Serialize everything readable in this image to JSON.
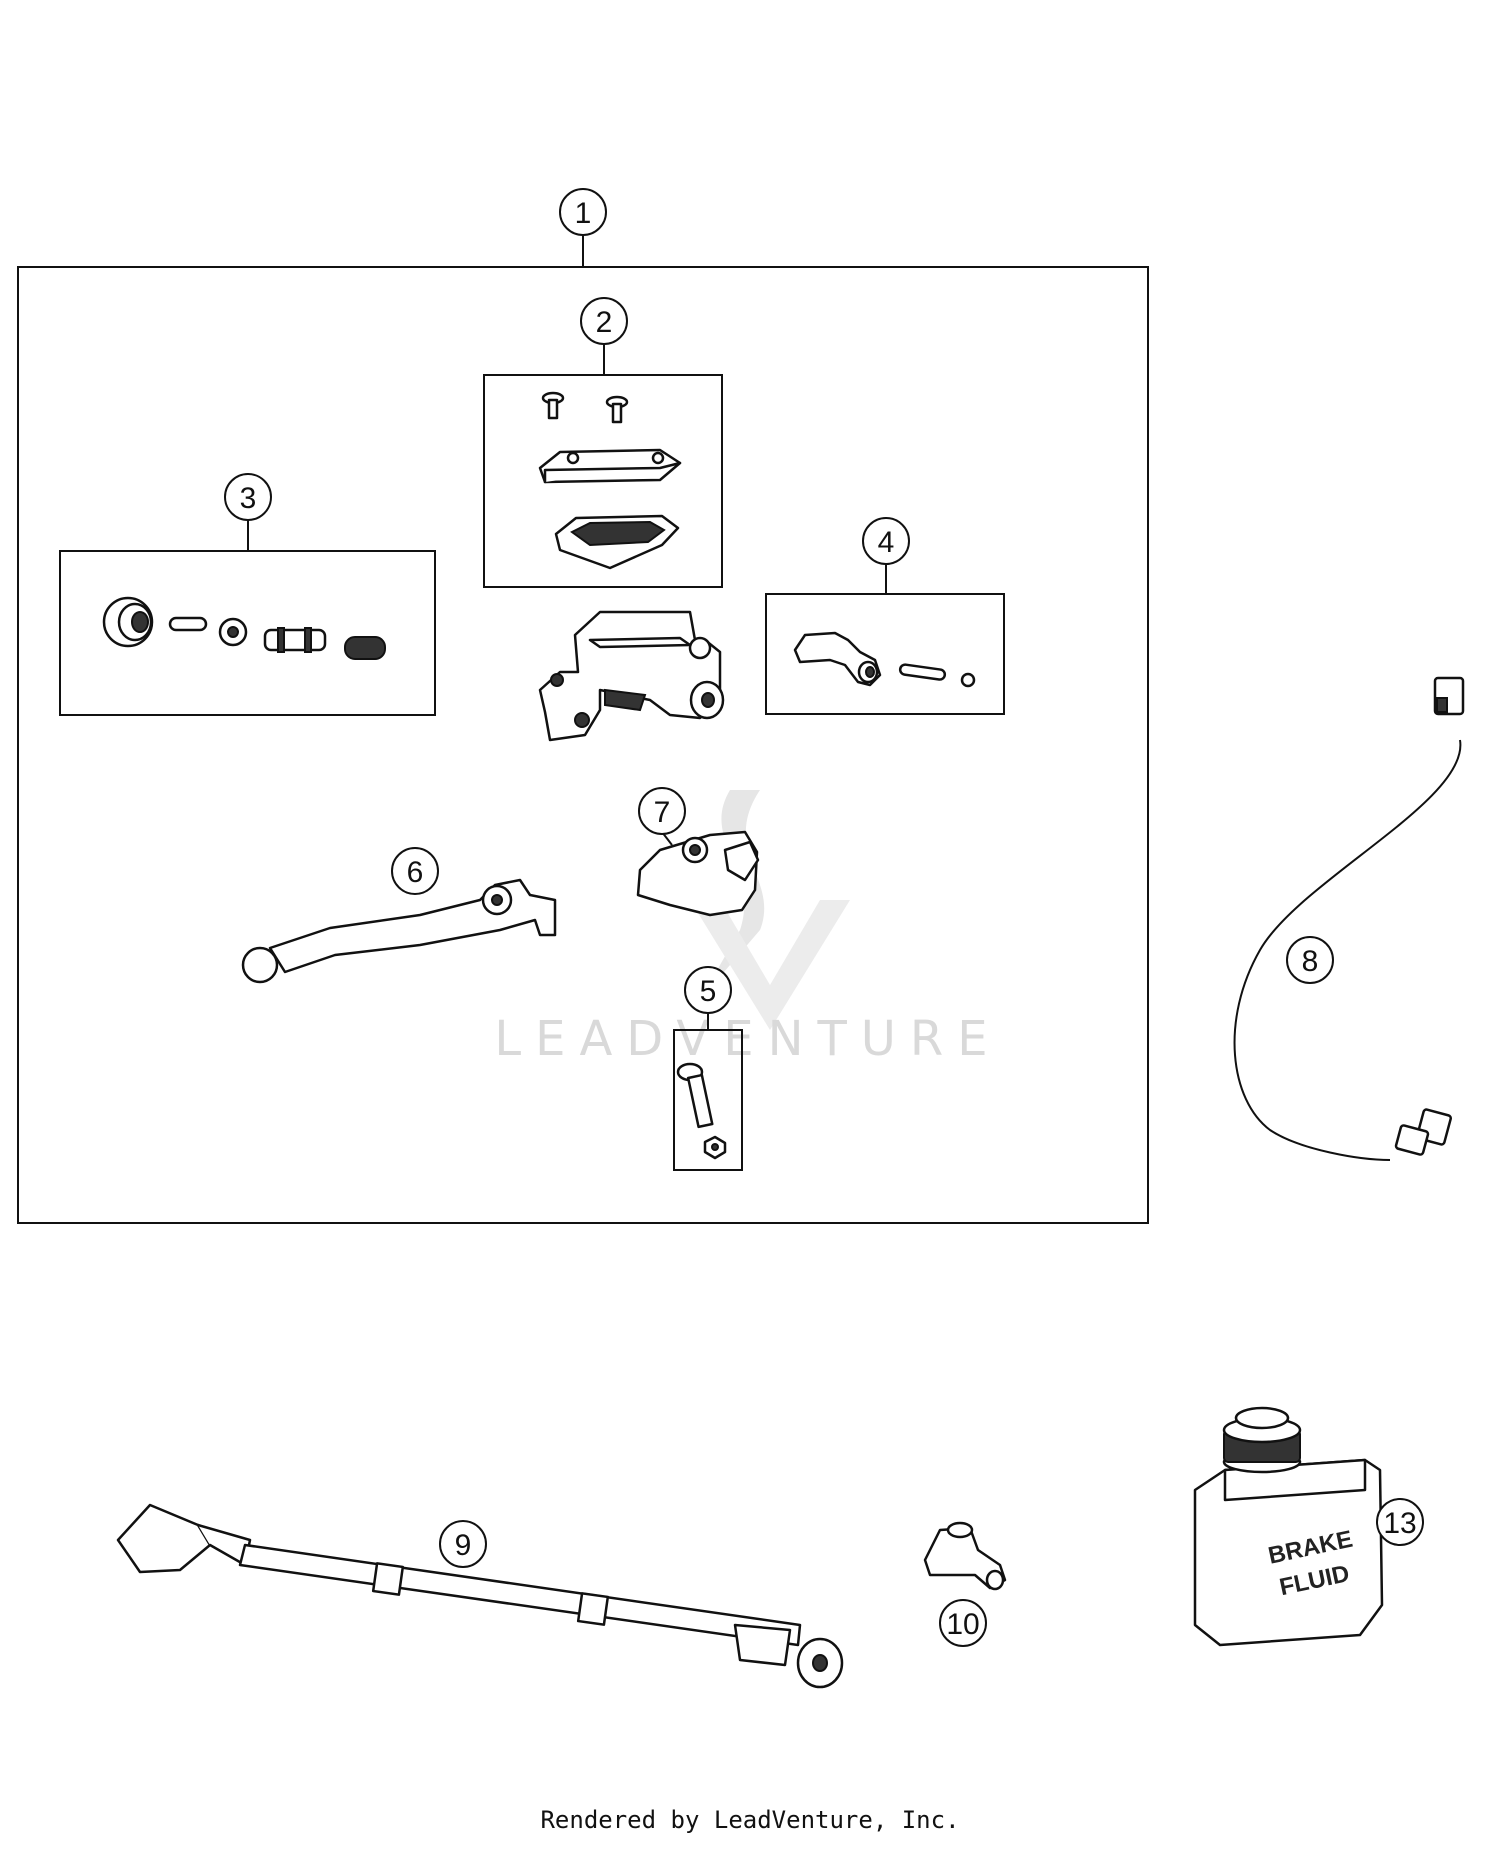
{
  "callouts": [
    "1",
    "2",
    "3",
    "4",
    "5",
    "6",
    "7",
    "8",
    "9",
    "10",
    "13"
  ],
  "product_label": [
    "BRAKE",
    "FLUID"
  ],
  "watermark": "LEADVENTURE",
  "credit": "Rendered by LeadVenture, Inc."
}
